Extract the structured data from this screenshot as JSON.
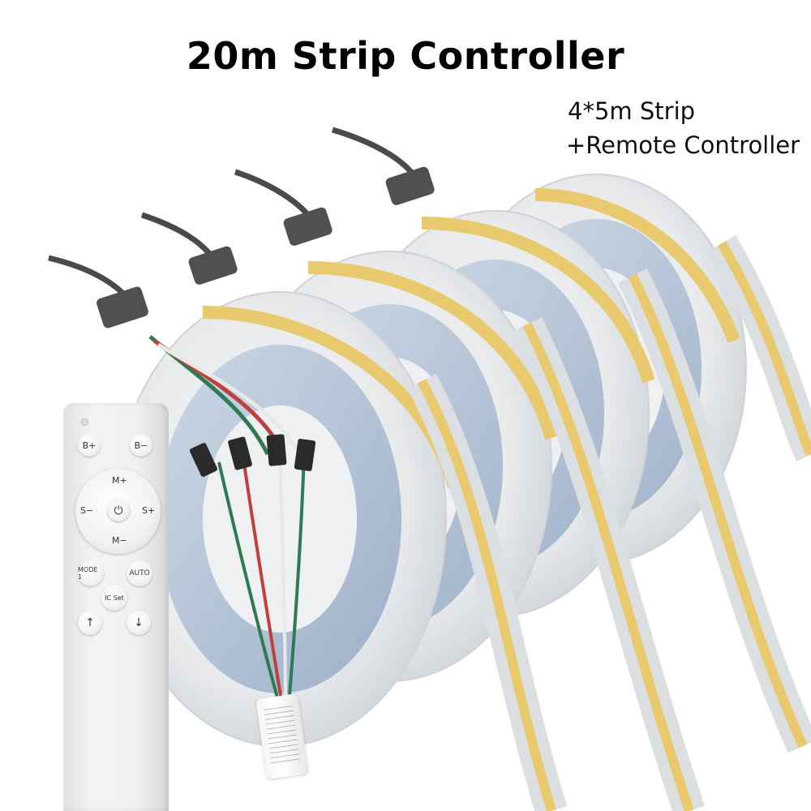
{
  "title": "20m Strip Controller",
  "subtitle": {
    "line1": "4*5m Strip",
    "line2": "+Remote Controller"
  },
  "remote": {
    "b_plus": "B+",
    "b_minus": "B−",
    "m_plus": "M+",
    "m_minus": "M−",
    "s_minus": "S−",
    "s_plus": "S+",
    "power_icon": "power-icon",
    "mode": "MODE 1",
    "auto": "AUTO",
    "ic_set": "IC Set",
    "up": "↑",
    "down": "↓"
  },
  "colors": {
    "strip_yellow": "#e9c96e",
    "reel_white": "#eef0f1",
    "reel_blue": "#aebfd4",
    "wire_dark": "#4a4a4a"
  }
}
